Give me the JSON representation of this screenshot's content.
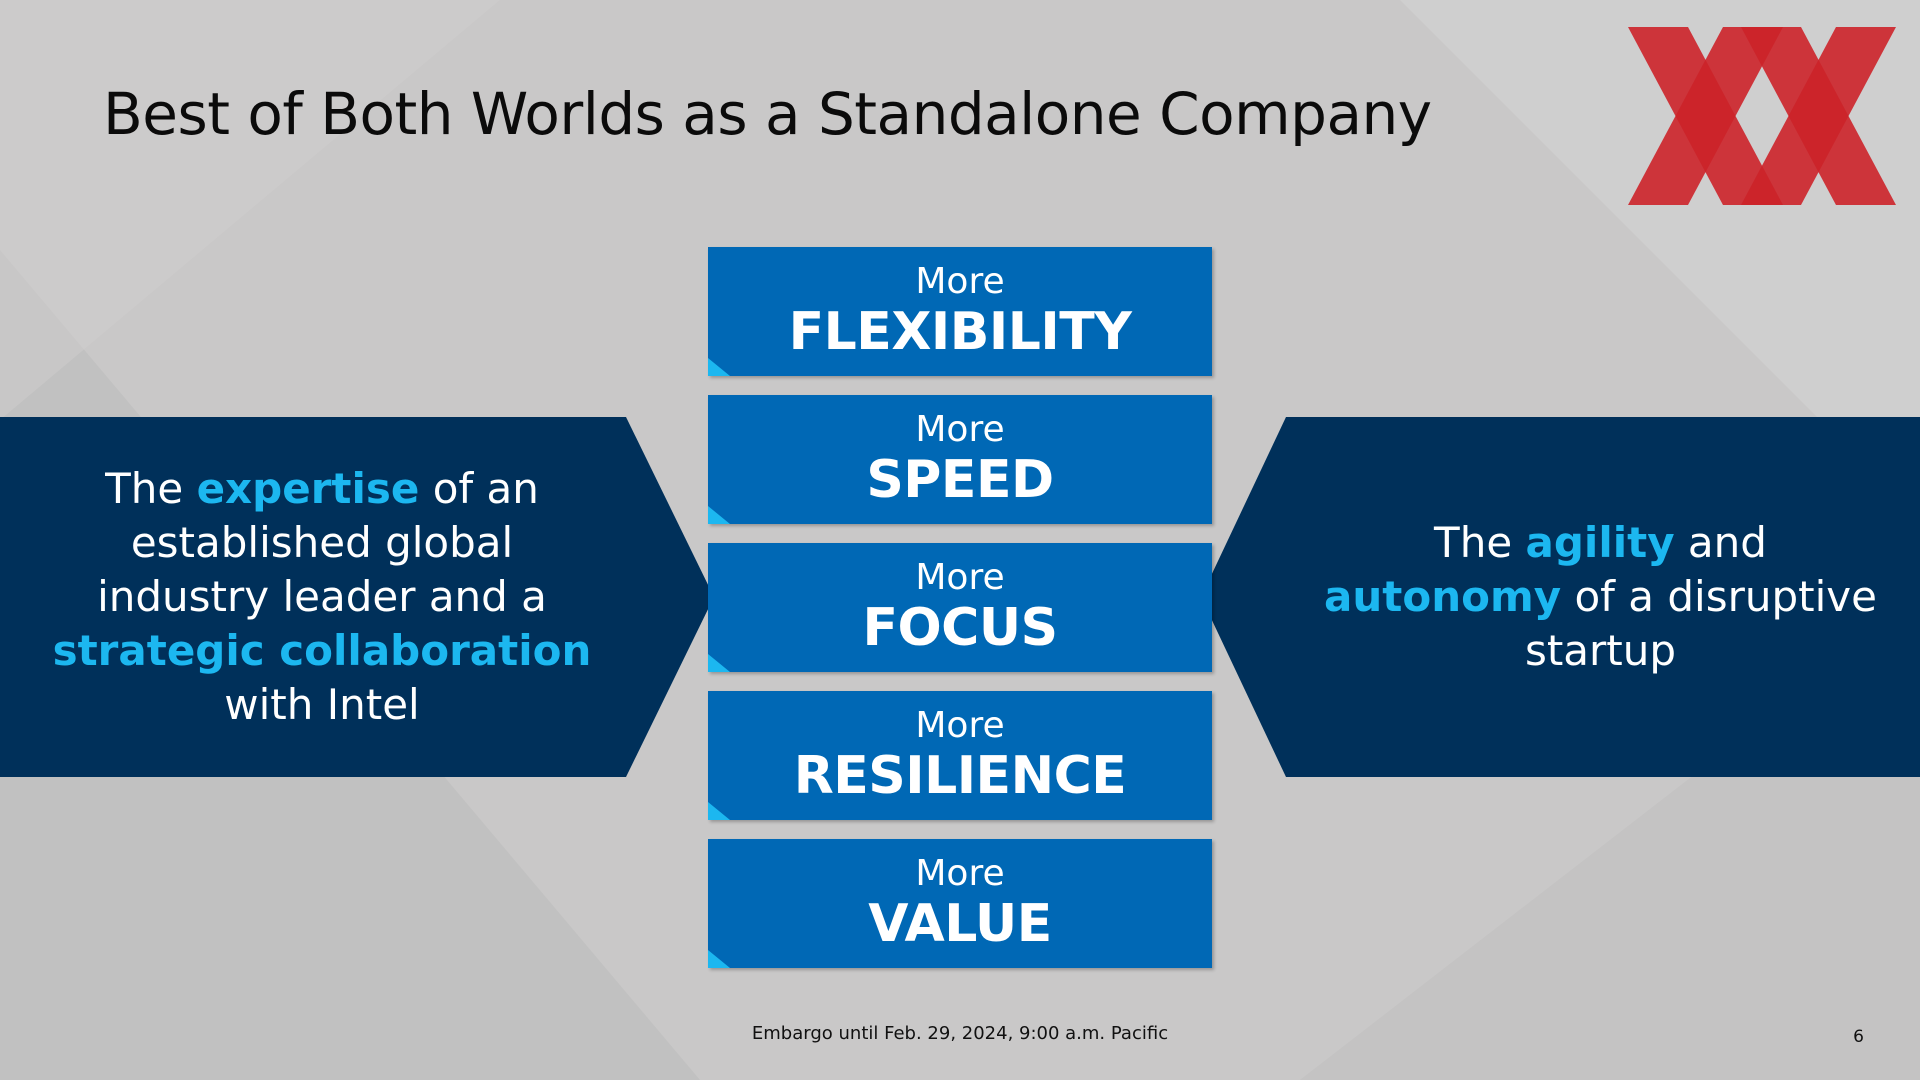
{
  "title": "Best of Both Worlds as a Standalone Company",
  "colors": {
    "background": "#c9c8c8",
    "panel_dark_blue": "#00305a",
    "box_blue": "#0068b5",
    "highlight_cyan": "#1cb7f0",
    "logo_red": "#cc2229"
  },
  "logo": {
    "icon": "xx-logo-icon"
  },
  "left_panel": {
    "t1": "The ",
    "h1": "expertise",
    "t2": " of an established global industry leader and a ",
    "h2": "strategic collaboration",
    "t3": " with Intel"
  },
  "right_panel": {
    "t1": "The ",
    "h1": "agility",
    "t2": " and ",
    "h2": "autonomy",
    "t3": " of a disruptive startup"
  },
  "stack": [
    {
      "small": "More",
      "big": "FLEXIBILITY"
    },
    {
      "small": "More",
      "big": "SPEED"
    },
    {
      "small": "More",
      "big": "FOCUS"
    },
    {
      "small": "More",
      "big": "RESILIENCE"
    },
    {
      "small": "More",
      "big": "VALUE"
    }
  ],
  "footer": "Embargo until Feb. 29, 2024, 9:00 a.m. Pacific",
  "page_number": "6"
}
